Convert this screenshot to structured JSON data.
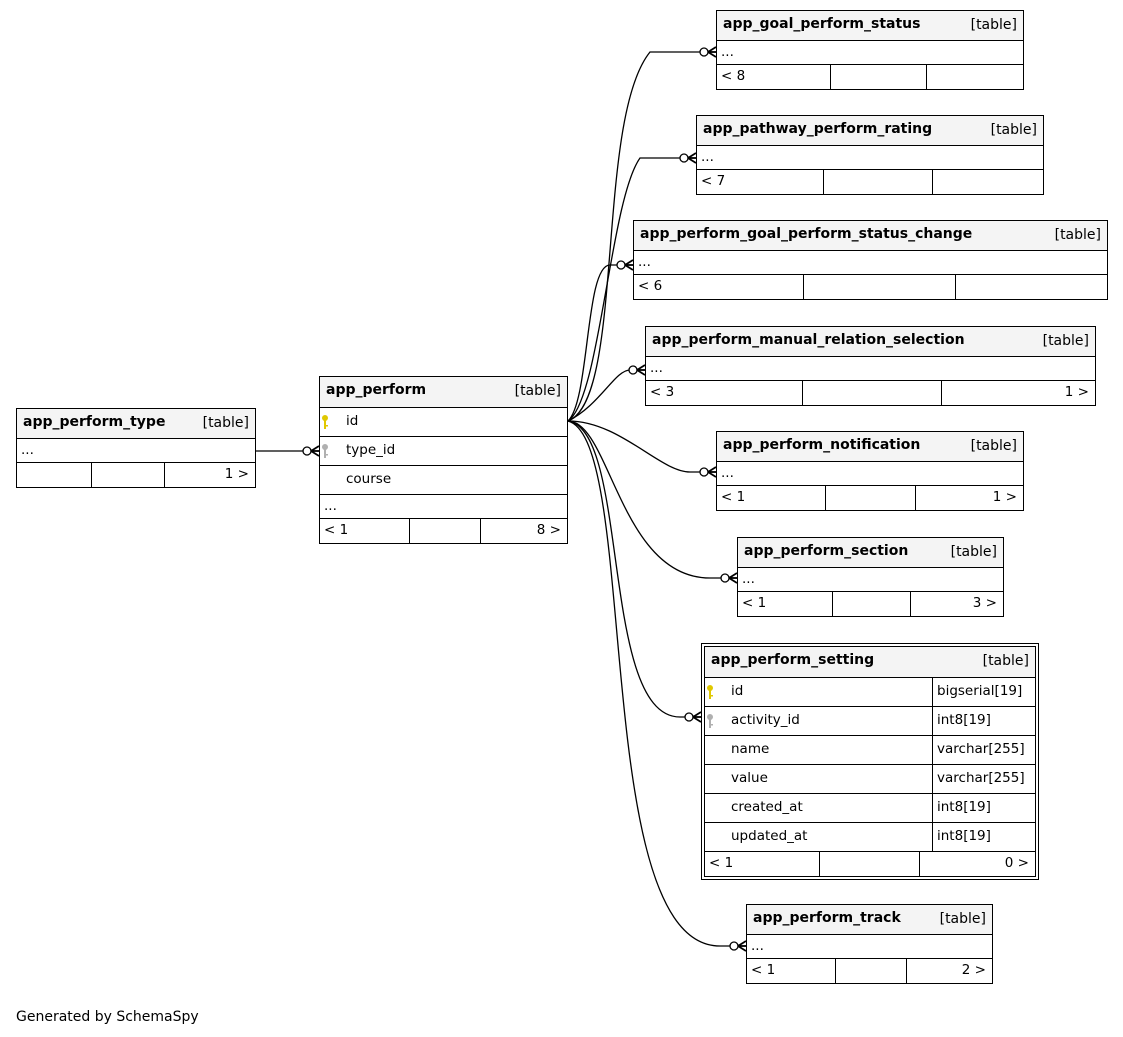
{
  "tables": {
    "app_goal_perform_status": {
      "name": "app_goal_perform_status",
      "kind": "[table]",
      "ellipsis": "...",
      "foot": [
        "< 8",
        "",
        ""
      ]
    },
    "app_pathway_perform_rating": {
      "name": "app_pathway_perform_rating",
      "kind": "[table]",
      "ellipsis": "...",
      "foot": [
        "< 7",
        "",
        ""
      ]
    },
    "app_perform_goal_perform_status_change": {
      "name": "app_perform_goal_perform_status_change",
      "kind": "[table]",
      "ellipsis": "...",
      "foot": [
        "< 6",
        "",
        ""
      ]
    },
    "app_perform_manual_relation_selection": {
      "name": "app_perform_manual_relation_selection",
      "kind": "[table]",
      "ellipsis": "...",
      "foot": [
        "< 3",
        "",
        "1 >"
      ]
    },
    "app_perform_notification": {
      "name": "app_perform_notification",
      "kind": "[table]",
      "ellipsis": "...",
      "foot": [
        "< 1",
        "",
        "1 >"
      ]
    },
    "app_perform_section": {
      "name": "app_perform_section",
      "kind": "[table]",
      "ellipsis": "...",
      "foot": [
        "< 1",
        "",
        "3 >"
      ]
    },
    "app_perform_track": {
      "name": "app_perform_track",
      "kind": "[table]",
      "ellipsis": "...",
      "foot": [
        "< 1",
        "",
        "2 >"
      ]
    },
    "app_perform_type": {
      "name": "app_perform_type",
      "kind": "[table]",
      "ellipsis": "...",
      "foot": [
        "",
        "",
        "1 >"
      ]
    },
    "app_perform": {
      "name": "app_perform",
      "kind": "[table]",
      "columns": [
        {
          "name": "id",
          "key": "primary"
        },
        {
          "name": "type_id",
          "key": "foreign"
        },
        {
          "name": "course",
          "key": "none"
        }
      ],
      "ellipsis": "...",
      "foot": [
        "< 1",
        "",
        "8 >"
      ]
    },
    "app_perform_setting": {
      "name": "app_perform_setting",
      "kind": "[table]",
      "columns": [
        {
          "name": "id",
          "type": "bigserial[19]",
          "key": "primary"
        },
        {
          "name": "activity_id",
          "type": "int8[19]",
          "key": "foreign"
        },
        {
          "name": "name",
          "type": "varchar[255]",
          "key": "none"
        },
        {
          "name": "value",
          "type": "varchar[255]",
          "key": "none"
        },
        {
          "name": "created_at",
          "type": "int8[19]",
          "key": "none"
        },
        {
          "name": "updated_at",
          "type": "int8[19]",
          "key": "none"
        }
      ],
      "foot": [
        "< 1",
        "",
        "0 >"
      ]
    }
  },
  "footer": {
    "generated": "Generated by SchemaSpy"
  },
  "colors": {
    "header_bg": "#f4f4f4",
    "primary_key": "#e0c800",
    "foreign_key": "#b0b0b0",
    "line": "#000000"
  }
}
